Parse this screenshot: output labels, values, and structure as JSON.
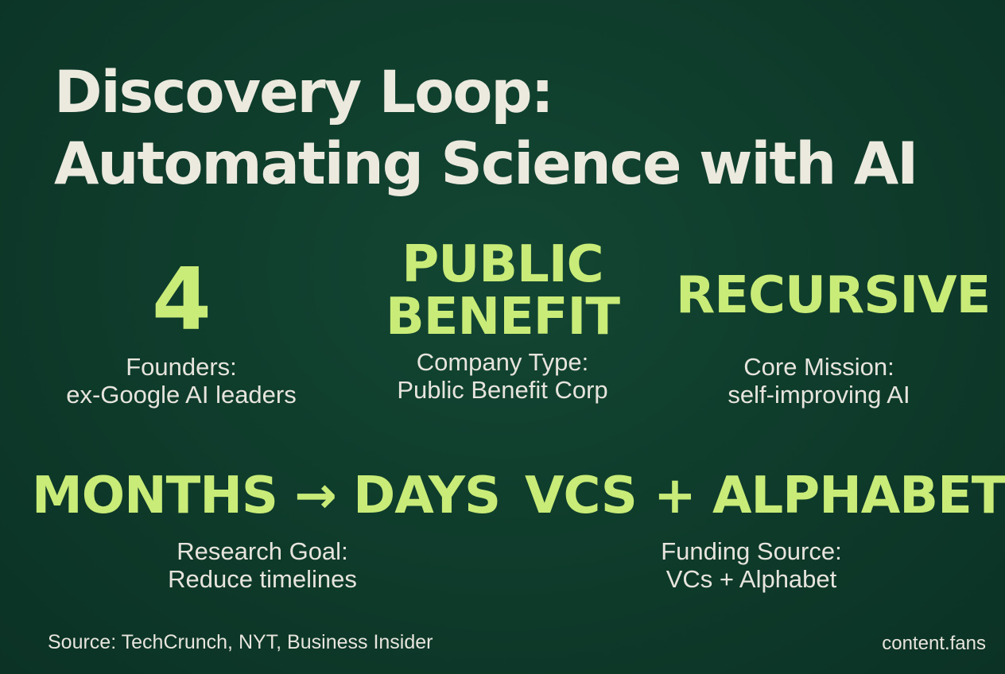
{
  "title": {
    "line1": "Discovery Loop:",
    "line2": "Automating Science with AI"
  },
  "stats": {
    "founders": {
      "value": "4",
      "label_line1": "Founders:",
      "label_line2": "ex-Google AI leaders"
    },
    "company_type": {
      "value_line1": "PUBLIC",
      "value_line2": "BENEFIT",
      "label_line1": "Company Type:",
      "label_line2": "Public Benefit Corp"
    },
    "core_mission": {
      "value": "RECURSIVE",
      "label_line1": "Core Mission:",
      "label_line2": "self-improving AI"
    },
    "research_goal": {
      "value": "MONTHS → DAYS",
      "label_line1": "Research Goal:",
      "label_line2": "Reduce timelines"
    },
    "funding_source": {
      "value": "VCS + ALPHABET",
      "label_line1": "Funding Source:",
      "label_line2": "VCs + Alphabet"
    }
  },
  "footer": {
    "source": "Source: TechCrunch, NYT, Business Insider",
    "brand": "content.fans"
  },
  "colors": {
    "background": "#0f3d2c",
    "title": "#ece9df",
    "accent": "#c9ec78",
    "label": "#e6e4dc"
  }
}
